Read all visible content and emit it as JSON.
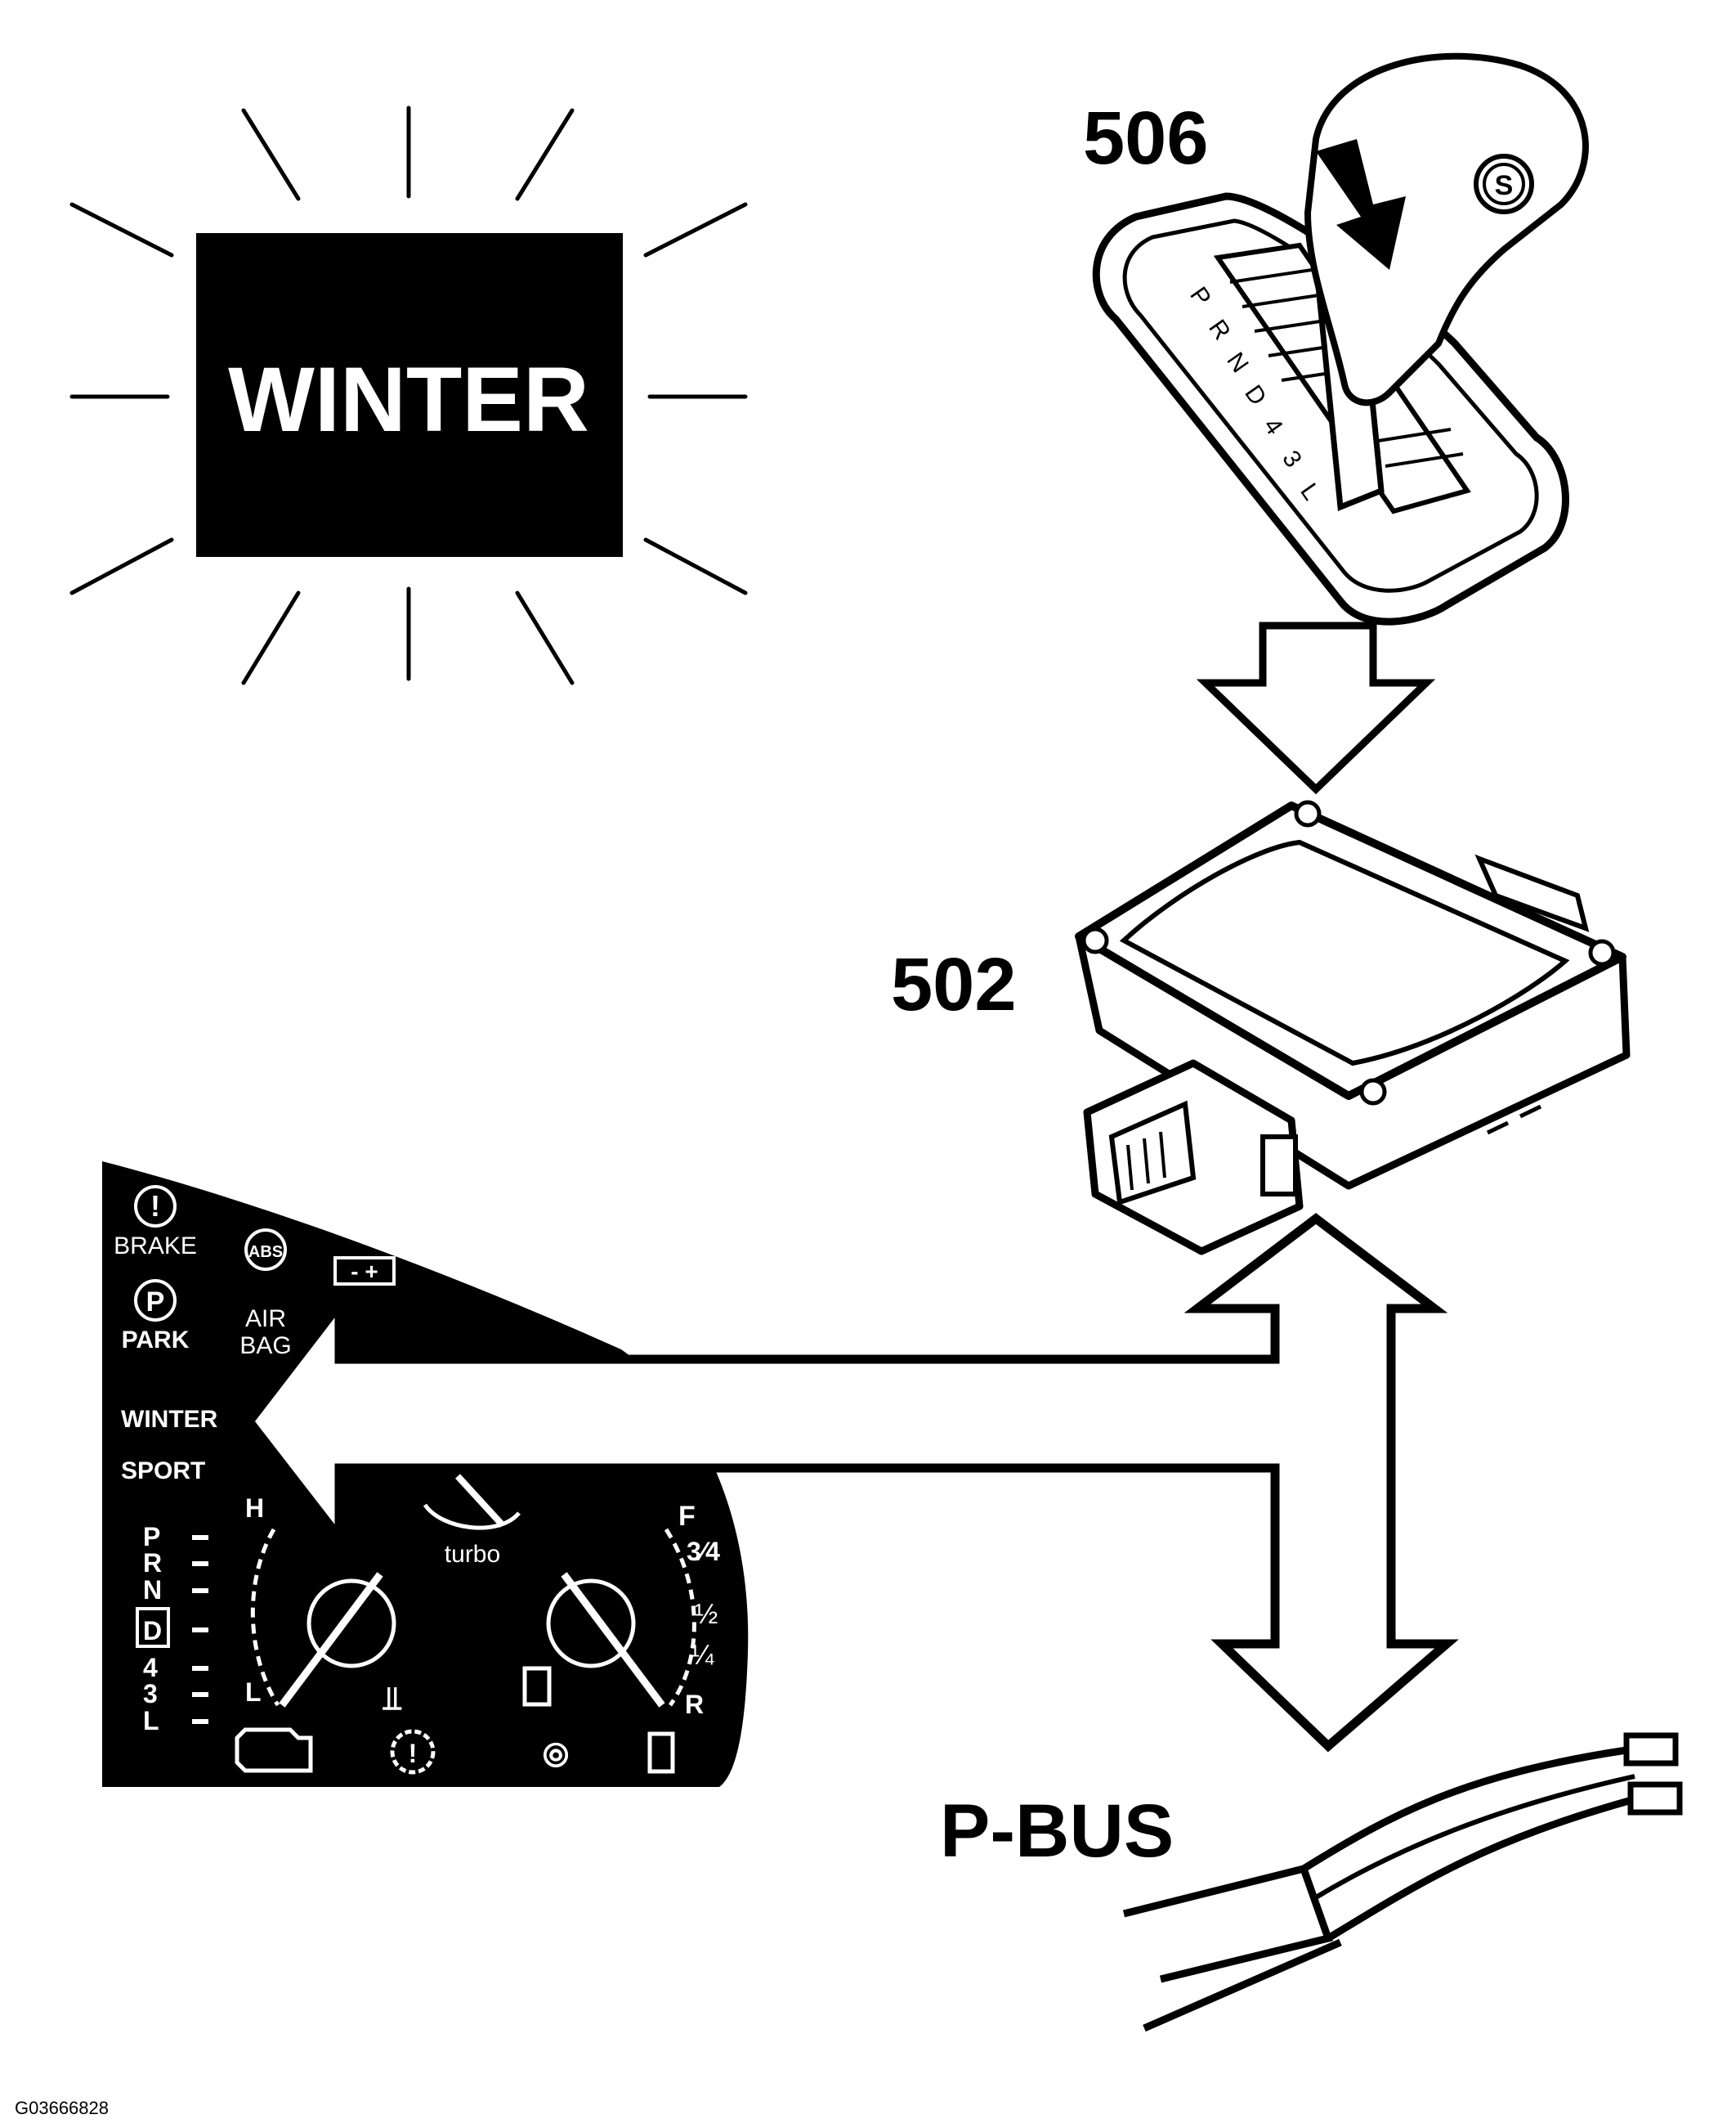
{
  "figure_id": "G03666828",
  "callouts": {
    "c506": "506",
    "c502": "502"
  },
  "winter_indicator": {
    "label": "WINTER"
  },
  "gear_selector": {
    "knob_button": "S"
  },
  "bus": {
    "label": "P-BUS"
  },
  "cluster": {
    "lamps": {
      "brake": "BRAKE",
      "abs": "ABS",
      "park": "PARK",
      "airbag_line1": "AIR",
      "airbag_line2": "BAG"
    },
    "mode_winter": "WINTER",
    "mode_sport": "SPORT",
    "gears": [
      "P",
      "R",
      "N",
      "D",
      "4",
      "3",
      "L"
    ],
    "turbo": "turbo",
    "temp_gauge": {
      "high": "H",
      "low": "L"
    },
    "fuel_gauge": {
      "full": "F",
      "three_quarter": "3⁄4",
      "half": "½",
      "quarter": "¼",
      "reserve": "R"
    }
  }
}
